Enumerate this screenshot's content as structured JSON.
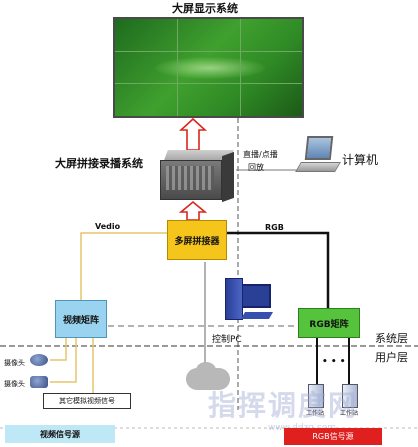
{
  "title_top": "大屏显示系统",
  "label_recorder": "大屏拼接录播系统",
  "label_live": "直播/点播",
  "label_playback": "回放",
  "label_computer": "计算机",
  "label_vedio": "Vedio",
  "label_rgb": "RGB",
  "box_splicer": "多屏拼接器",
  "box_video_matrix": "视频矩阵",
  "box_rgb_matrix": "RGB矩阵",
  "label_control_pc": "控制PC",
  "label_system_layer": "系统层",
  "label_user_layer": "用户层",
  "label_camera_1": "摄像头",
  "label_camera_2": "摄像头",
  "box_other_analog": "其它模拟视频信号",
  "label_workstation_1": "工作站",
  "label_workstation_2": "工作站",
  "label_ellipsis": "• • •",
  "box_video_source": "视频信号源",
  "box_rgb_source": "RGB信号源",
  "watermark": "指挥调度网",
  "watermark_url": "www.ddzg.com",
  "colors": {
    "screen_green": "#3f9a2e",
    "splicer_yellow": "#f6c51b",
    "video_matrix_blue": "#9ad3ef",
    "rgb_matrix_green": "#55c33c",
    "rgb_source_red": "#e01f1f",
    "video_source_cyan": "#bfe8f6",
    "arrow_red": "#d9261c",
    "line_yellow": "#e8c46a"
  }
}
